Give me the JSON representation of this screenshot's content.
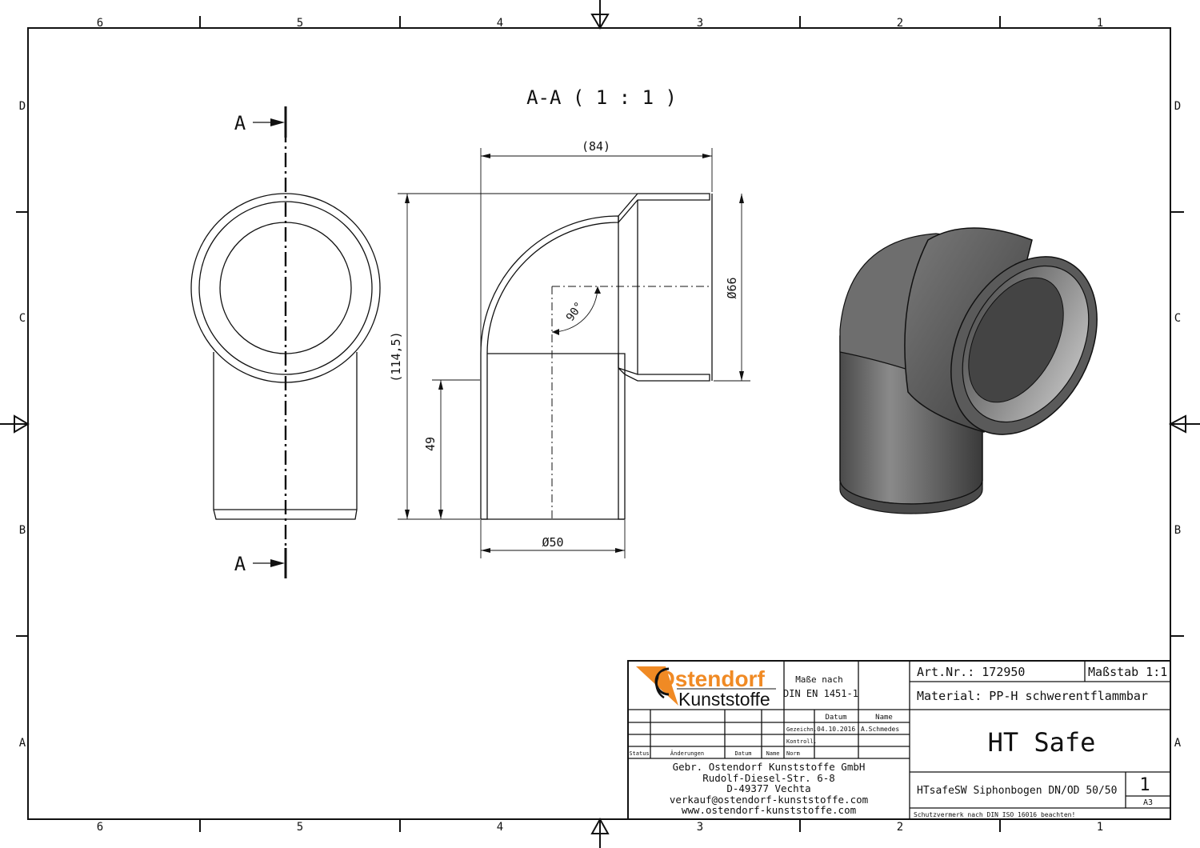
{
  "frame": {
    "zones_top": [
      "6",
      "5",
      "4",
      "3",
      "2",
      "1"
    ],
    "zones_side": [
      "D",
      "C",
      "B",
      "A"
    ]
  },
  "views": {
    "section_title": "A-A ( 1 : 1 )",
    "section_marker_top": "A",
    "section_marker_bottom": "A"
  },
  "dimensions": {
    "length": "(84)",
    "height": "(114,5)",
    "socket_diameter": "Ø66",
    "spigot_length": "49",
    "spigot_diameter": "Ø50",
    "angle": "90°"
  },
  "title_block": {
    "logo_top": "Ostendorf",
    "logo_bottom": "Kunststoffe",
    "standard_label": "Maße nach",
    "standard": "DIN EN 1451-1",
    "col_datum": "Datum",
    "col_name": "Name",
    "row_drawn": "Gezeichn.",
    "drawn_date": "04.10.2016",
    "drawn_name": "A.Schmedes",
    "row_checked": "Kontroll.",
    "row_norm": "Norm",
    "rev_status": "Status",
    "rev_changes": "Änderungen",
    "rev_date": "Datum",
    "rev_name": "Name",
    "address": [
      "Gebr. Ostendorf Kunststoffe GmbH",
      "Rudolf-Diesel-Str. 6-8",
      "D-49377 Vechta",
      "verkauf@ostendorf-kunststoffe.com",
      "www.ostendorf-kunststoffe.com"
    ],
    "article": "Art.Nr.: 172950",
    "scale": "Maßstab 1:1",
    "material": "Material: PP-H schwerentflammbar",
    "product": "HT Safe",
    "description": "HTsafeSW Siphonbogen DN/OD 50/50",
    "sheet": "1",
    "format": "A3",
    "copyright": "Schutzvermerk nach DIN ISO 16016 beachten!"
  },
  "colors": {
    "brand_orange": "#f08a24",
    "line": "#111111"
  }
}
